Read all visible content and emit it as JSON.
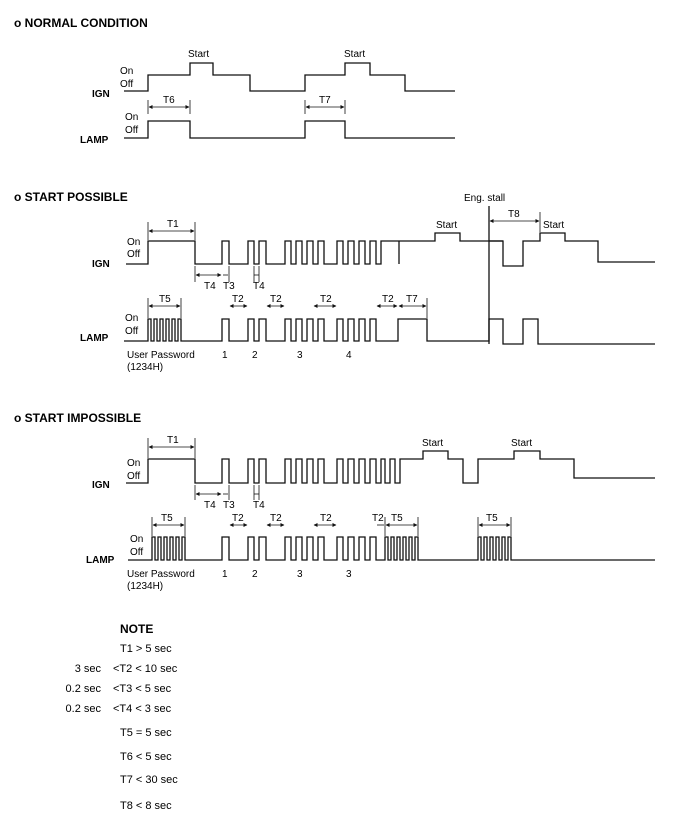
{
  "sections": {
    "normal": {
      "title": "o NORMAL CONDITION"
    },
    "possible": {
      "title": "o START POSSIBLE",
      "eng_stall": "Eng. stall"
    },
    "impossible": {
      "title": "o START IMPOSSIBLE"
    }
  },
  "labels": {
    "on": "On",
    "off": "Off",
    "ign": "IGN",
    "lamp": "LAMP",
    "start": "Start",
    "user_password": "User Password",
    "password_value": "(1234H)"
  },
  "timing": {
    "T1": "T1",
    "T2": "T2",
    "T3": "T3",
    "T4": "T4",
    "T5": "T5",
    "T6": "T6",
    "T7": "T7",
    "T8": "T8"
  },
  "digits_possible": [
    "1",
    "2",
    "3",
    "4"
  ],
  "digits_impossible": [
    "1",
    "2",
    "3",
    "3"
  ],
  "notes": {
    "heading": "NOTE",
    "items": [
      {
        "prefix": "",
        "text": "T1 > 5 sec"
      },
      {
        "prefix": "3 sec",
        "text": "<T2 < 10 sec"
      },
      {
        "prefix": "0.2 sec",
        "text": "<T3 < 5 sec"
      },
      {
        "prefix": "0.2 sec",
        "text": "<T4 < 3 sec"
      },
      {
        "prefix": "",
        "text": "T5 = 5 sec"
      },
      {
        "prefix": "",
        "text": "T6 < 5 sec"
      },
      {
        "prefix": "",
        "text": "T7 < 30 sec"
      },
      {
        "prefix": "",
        "text": "T8 < 8 sec"
      }
    ]
  }
}
